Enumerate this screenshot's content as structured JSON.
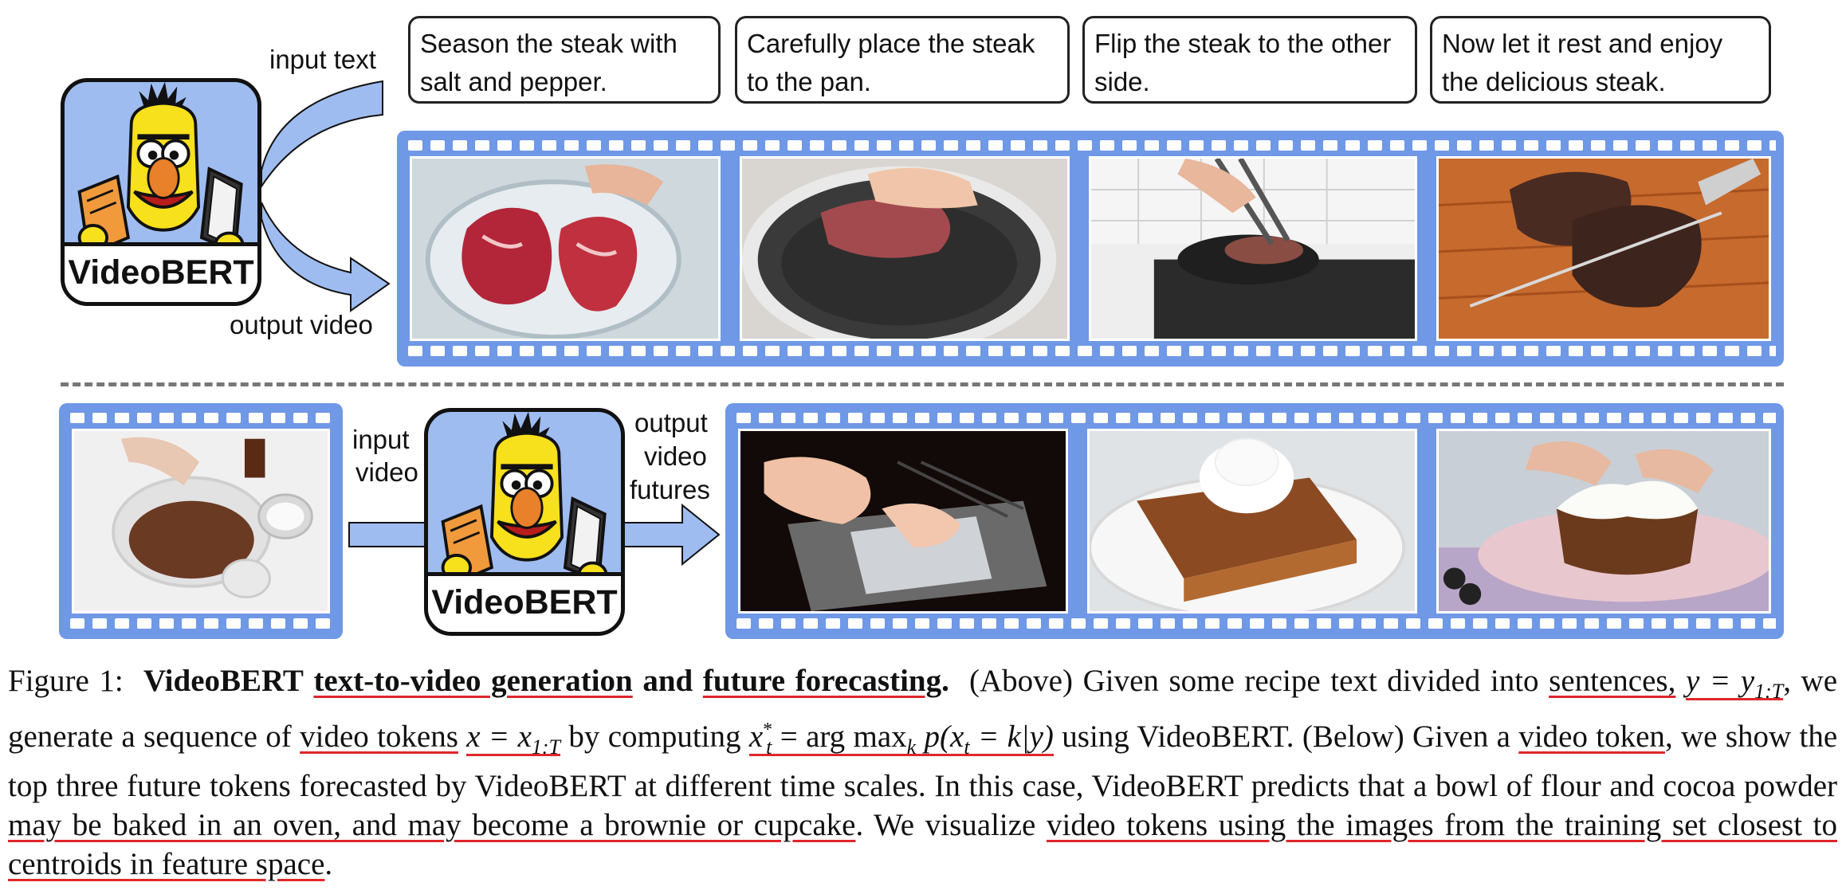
{
  "top": {
    "input_label": "input text",
    "output_label": "output video",
    "sentences": [
      "Season the steak with salt and pepper.",
      "Carefully place the steak to the pan.",
      "Flip the steak to the other side.",
      "Now let it rest and enjoy the delicious steak."
    ],
    "frames": [
      "raw-steak-in-glass-dish",
      "steak-placed-in-pan",
      "tongs-flipping-steak-on-stove",
      "sliced-steak-on-board"
    ]
  },
  "bottom": {
    "input_label_1": "input",
    "input_label_2": "video",
    "output_label_1": "output",
    "output_label_2": "video",
    "output_label_3": "futures",
    "input_frame": "bowl-of-cocoa-and-flour",
    "frames": [
      "tray-going-into-oven",
      "brownie-with-whipped-cream",
      "cupcake-with-frosting"
    ]
  },
  "logo_text": "VideoBERT",
  "caption": {
    "fig_label": "Figure 1:",
    "bold_a": "VideoBERT",
    "bold_b": "text-to-video generation",
    "bold_c": "and",
    "bold_d": "future forecasting",
    "bold_e": ".",
    "t1": "(Above) Given some recipe text divided into",
    "u1": "sentences,",
    "m1": "y = y",
    "m1_sub": "1:T",
    "t2": ", we generate a sequence of",
    "u2": "video tokens",
    "m2": "x = x",
    "m2_sub": "1:T",
    "t3": "by computing",
    "m3a": "x",
    "m3a_sup": "*",
    "m3a_sub": "t",
    "m3b": "= arg max",
    "m3b_sub": "k",
    "m3c": "p(x",
    "m3c_sub": "t",
    "m3d": "= k|y)",
    "t4": "using VideoBERT. (Below) Given a",
    "u3": "video token",
    "t5": ", we show the top three future tokens forecasted by VideoBERT at different time scales. In this case, VideoBERT predicts that a bowl of flour and cocoa powder",
    "u4": "may be baked in an oven, and may become a brownie or cupcake",
    "t6": ". We visualize",
    "u5": "video tokens using the images from the training set closest to centroids in feature space",
    "t7": "."
  }
}
